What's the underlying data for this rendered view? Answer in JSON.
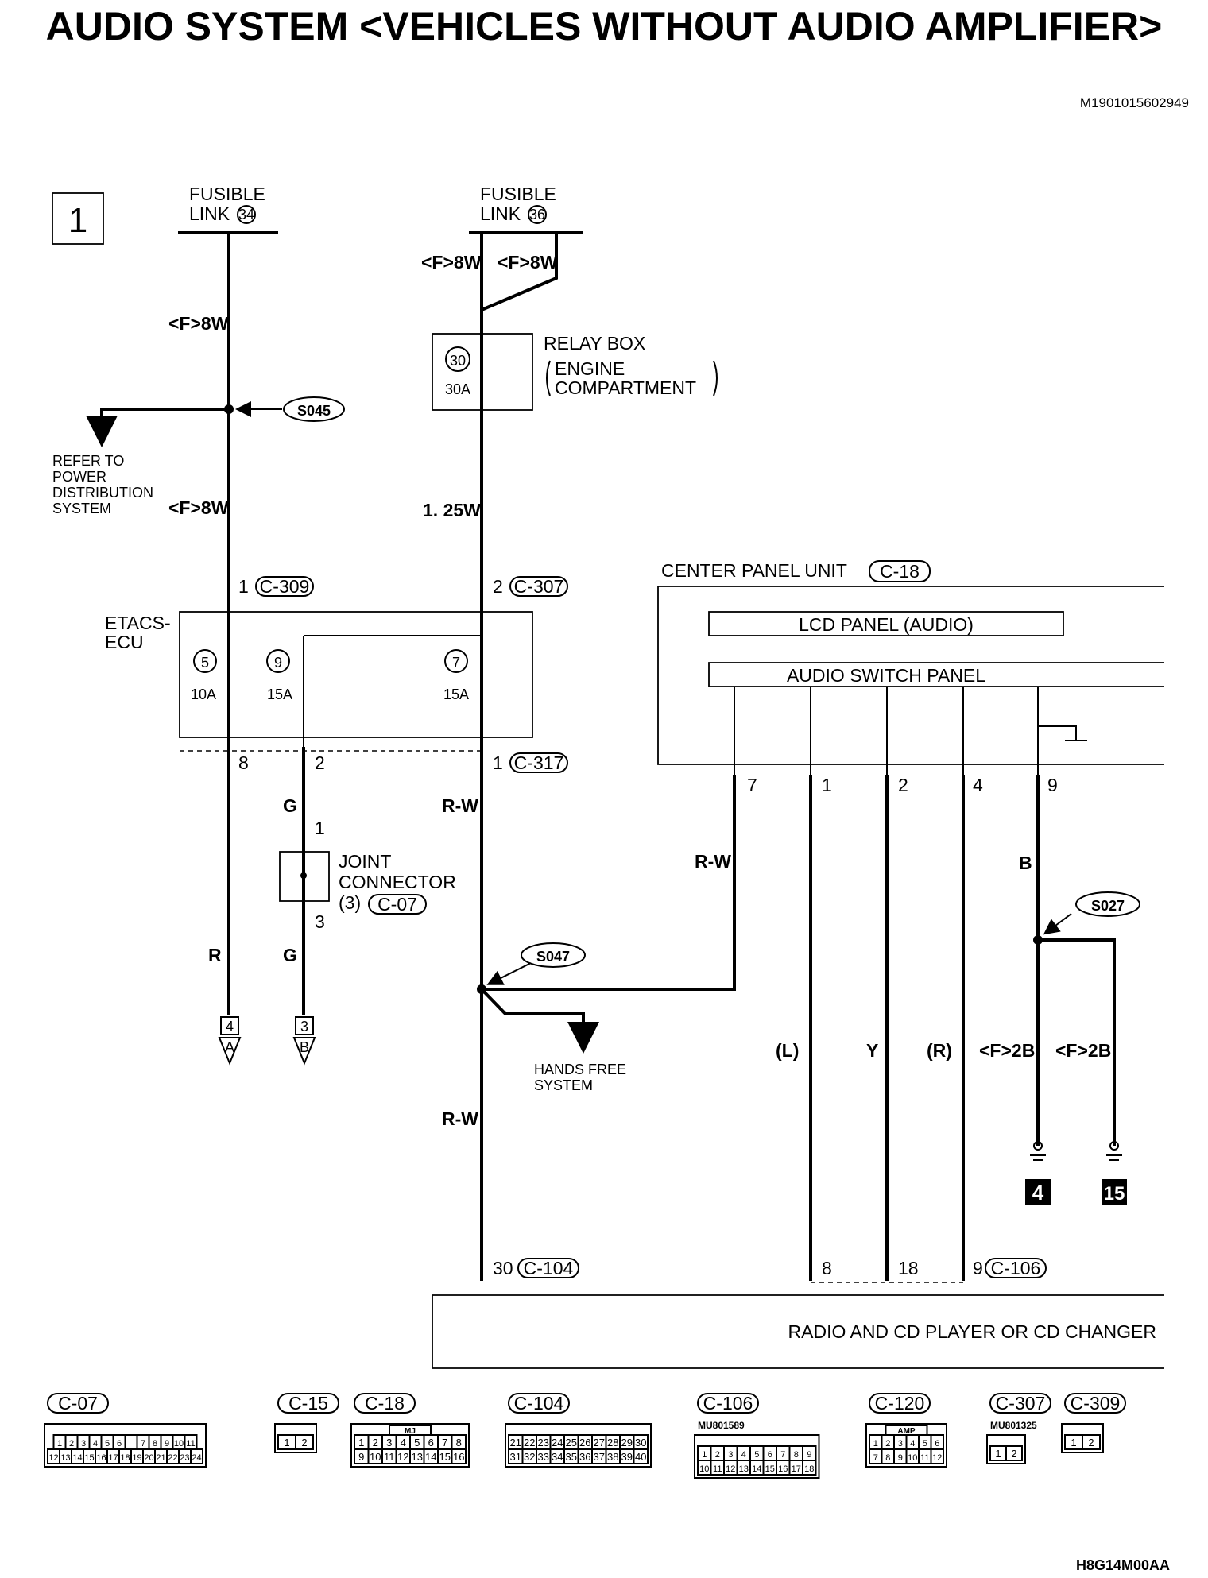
{
  "title": "AUDIO SYSTEM <VEHICLES WITHOUT AUDIO AMPLIFIER>",
  "doc_id": "M1901015602949",
  "figure_id": "H8G14M00AA",
  "page_number": "1",
  "fusible_links": [
    {
      "label": "FUSIBLE",
      "label2": "LINK",
      "number": "34"
    },
    {
      "label": "FUSIBLE",
      "label2": "LINK",
      "number": "36"
    }
  ],
  "wire_labels": {
    "f8w": "<F>8W",
    "w125": "1. 25W",
    "rw": "R-W",
    "g": "G",
    "r": "R",
    "b": "B",
    "y": "Y",
    "l": "(L)",
    "rr": "(R)",
    "f2b": "<F>2B"
  },
  "splices": [
    "S045",
    "S047",
    "S027"
  ],
  "refer_to": [
    "REFER TO",
    "POWER",
    "DISTRIBUTION",
    "SYSTEM"
  ],
  "relay_box": {
    "name": "RELAY BOX",
    "line1": "ENGINE",
    "line2": "COMPARTMENT",
    "fuse": "30",
    "rating": "30A"
  },
  "etacs": {
    "name1": "ETACS-",
    "name2": "ECU",
    "fuses": [
      {
        "number": "5",
        "rating": "10A"
      },
      {
        "number": "9",
        "rating": "15A"
      },
      {
        "number": "7",
        "rating": "15A"
      }
    ]
  },
  "joint_connector": {
    "line1": "JOINT",
    "line2": "CONNECTOR",
    "line3": "(3)",
    "connector": "C-07"
  },
  "center_panel": {
    "name": "CENTER PANEL UNIT",
    "connector": "C-18",
    "lcd": "LCD PANEL (AUDIO)",
    "switch": "AUDIO SWITCH PANEL"
  },
  "radio": {
    "name": "RADIO AND CD PLAYER OR CD CHANGER"
  },
  "hands_free": [
    "HANDS FREE",
    "SYSTEM"
  ],
  "pins": {
    "c309": "1",
    "c307": "2",
    "c317": "1",
    "etacs_out": [
      "8",
      "2"
    ],
    "jc_in": "1",
    "jc_out": "3",
    "cp": [
      "7",
      "1",
      "2",
      "4",
      "9"
    ],
    "c104": "30",
    "c106": [
      "8",
      "18",
      "9"
    ]
  },
  "connectors": {
    "c309": "C-309",
    "c307": "C-307",
    "c317": "C-317",
    "c104": "C-104",
    "c106": "C-106"
  },
  "offpage": [
    {
      "number": "4",
      "letter": "A"
    },
    {
      "number": "3",
      "letter": "B"
    }
  ],
  "grounds": [
    "4",
    "15"
  ],
  "connector_views": [
    {
      "name": "C-07",
      "rows": [
        [
          "1",
          "2",
          "3",
          "4",
          "5",
          "6",
          "",
          "7",
          "8",
          "9",
          "10",
          "11"
        ],
        [
          "12",
          "13",
          "14",
          "15",
          "16",
          "17",
          "18",
          "19",
          "20",
          "21",
          "22",
          "23",
          "24"
        ]
      ]
    },
    {
      "name": "C-15",
      "rows": [
        [
          "1",
          "2"
        ]
      ]
    },
    {
      "name": "C-18",
      "tag": "MJ",
      "rows": [
        [
          "1",
          "2",
          "3",
          "4",
          "5",
          "6",
          "7",
          "8"
        ],
        [
          "9",
          "10",
          "11",
          "12",
          "13",
          "14",
          "15",
          "16"
        ]
      ]
    },
    {
      "name": "C-104",
      "rows": [
        [
          "21",
          "22",
          "23",
          "24",
          "25",
          "26",
          "27",
          "28",
          "29",
          "30"
        ],
        [
          "31",
          "32",
          "33",
          "34",
          "35",
          "36",
          "37",
          "38",
          "39",
          "40"
        ]
      ]
    },
    {
      "name": "C-106",
      "part": "MU801589",
      "rows": [
        [
          "1",
          "2",
          "3",
          "4",
          "5",
          "6",
          "7",
          "8",
          "9"
        ],
        [
          "10",
          "11",
          "12",
          "13",
          "14",
          "15",
          "16",
          "17",
          "18"
        ]
      ]
    },
    {
      "name": "C-120",
      "tag": "AMP",
      "rows": [
        [
          "1",
          "2",
          "3",
          "4",
          "5",
          "6"
        ],
        [
          "7",
          "8",
          "9",
          "10",
          "11",
          "12"
        ]
      ]
    },
    {
      "name": "C-307",
      "part": "MU801325",
      "rows": [
        [
          "1",
          "2"
        ]
      ]
    },
    {
      "name": "C-309",
      "rows": [
        [
          "1",
          "2"
        ]
      ]
    }
  ]
}
